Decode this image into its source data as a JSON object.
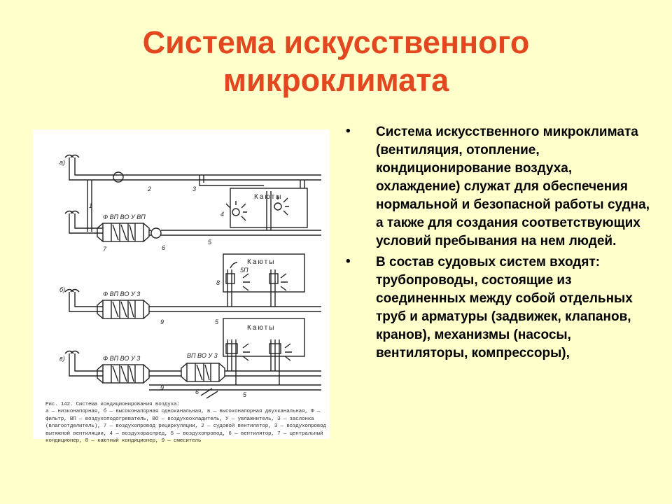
{
  "slide": {
    "title_lines": [
      "Система искусственного",
      "микроклимата"
    ],
    "bullets": [
      "Система искусственного микроклимата (вентиляция, отопление, кондиционирование воздуха, охлаждение) служат для обеспечения нормальной и безопасной работы судна, а также для создания соответствующих условий пребывания на нем людей.",
      "В состав судовых систем входят: трубопроводы, состоящие из соединенных между собой отдельных труб и арматуры (задвижек, клапанов, кранов), механизмы (насосы, вентиляторы, компрессоры),"
    ],
    "bullet_glyph": "•"
  },
  "figure": {
    "cabin_label": "Каюты",
    "panel_labels": [
      "а)",
      "б)",
      "в)"
    ],
    "unit_labels_a": "Ф ВП ВО У ВП",
    "unit_labels_b": "Ф ВП ВО У 3",
    "unit_labels_c1": "Ф ВП ВО У 3",
    "unit_labels_c2": "ВП ВО У 3",
    "caption_lines": [
      "Рис. 142. Система кондиционирования воздуха:",
      "а — низконапорная, б — высоконапорная одноканальная, в — высоконапорная двухканальная, Ф —",
      "фильтр, ВП — воздухоподогреватель, ВО — воздухоохладитель, У — увлажнитель, З — заслонка",
      "(влагоотделитель), 7 — воздухопровод рециркуляции, 2 — судовой вентилятор, 3 — воздухопровод",
      "вытяжной вентиляции, 4 — воздухораспред, 5 — воздухопровод, 6 — вентилятор, 7 — центральный",
      "кондиционер, 8 — каютный кондиционер, 9 — смеситель"
    ]
  },
  "colors": {
    "background": "#ffffcc",
    "title": "#e2471f",
    "text": "#000000"
  }
}
